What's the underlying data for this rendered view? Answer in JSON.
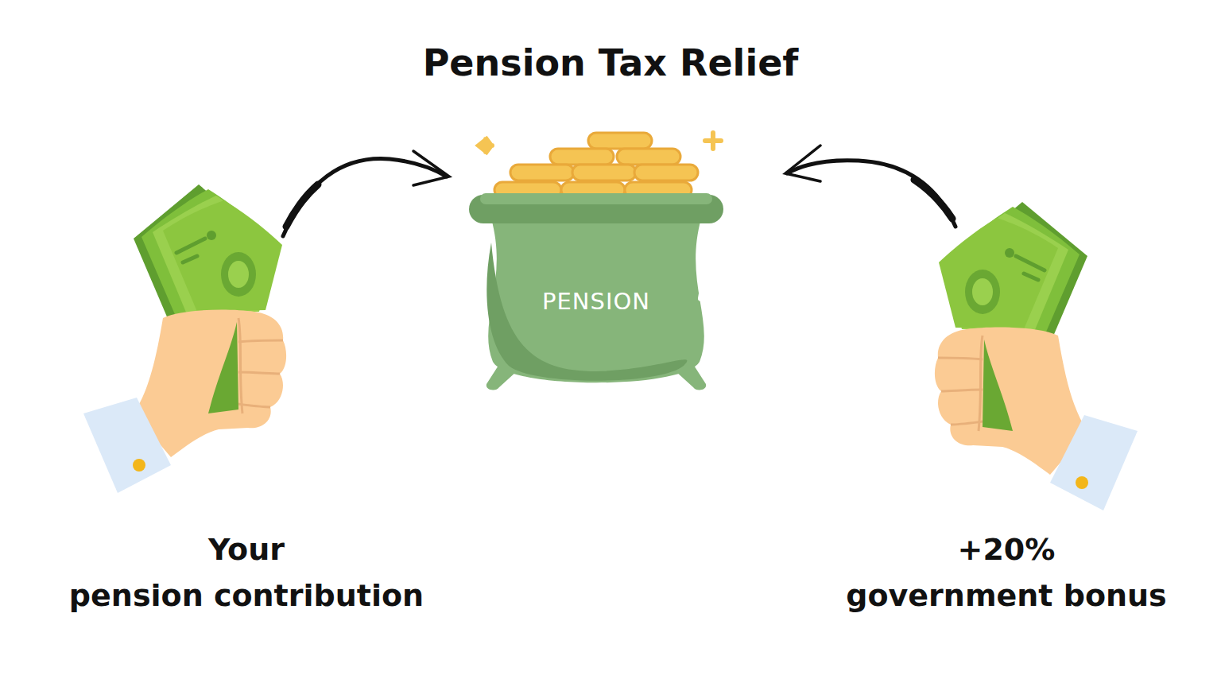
{
  "diagram": {
    "title": "Pension Tax Relief",
    "nodes": [
      {
        "text": [
          "PENSION"
        ]
      }
    ],
    "labels": [
      "Your pension contribution",
      "+20% government bonus"
    ]
  }
}
